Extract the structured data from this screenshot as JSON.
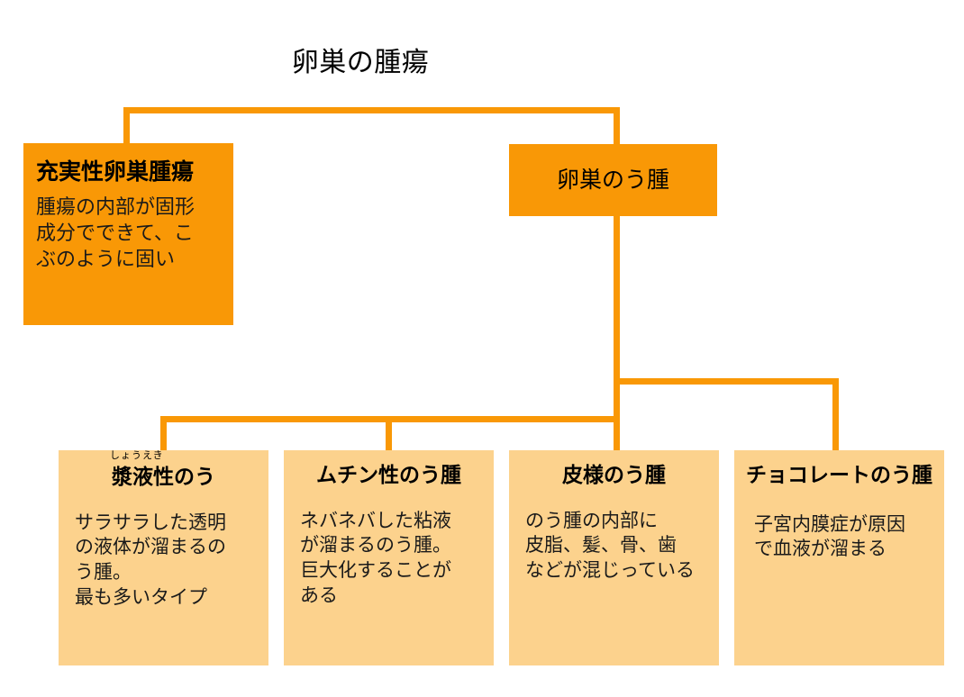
{
  "diagram": {
    "title": "卵巣の腫瘍",
    "colors": {
      "solid_fill": "#F99806",
      "cyst_fill": "#FCD28D",
      "connector": "#F99806",
      "text": "#000000",
      "background": "#FFFFFF"
    },
    "level1": [
      {
        "id": "solid-ovarian-tumor",
        "title": "充実性卵巣腫瘍",
        "body": "腫瘍の内部が固形\n成分でできて、こ\nぶのように固い",
        "style": "solid"
      },
      {
        "id": "ovarian-cyst",
        "title": "卵巣のう腫",
        "body": "",
        "style": "solid"
      }
    ],
    "level2": [
      {
        "id": "serous-cyst",
        "ruby": "しょうえき",
        "title": "漿液性のう",
        "body": "サラサラした透明\nの液体が溜まるの\nう腫。\n最も多いタイプ",
        "style": "cyst"
      },
      {
        "id": "mucinous-cyst",
        "ruby": "",
        "title": "ムチン性のう腫",
        "body": "ネバネバした粘液\nが溜まるのう腫。\n巨大化することが\nある",
        "style": "cyst"
      },
      {
        "id": "dermoid-cyst",
        "ruby": "",
        "title": "皮様のう腫",
        "body": "のう腫の内部に\n皮脂、髪、骨、歯\nなどが混じっている",
        "style": "cyst"
      },
      {
        "id": "chocolate-cyst",
        "ruby": "",
        "title": "チョコレートのう腫",
        "body": "子宮内膜症が原因\nで血液が溜まる",
        "style": "cyst"
      }
    ]
  }
}
